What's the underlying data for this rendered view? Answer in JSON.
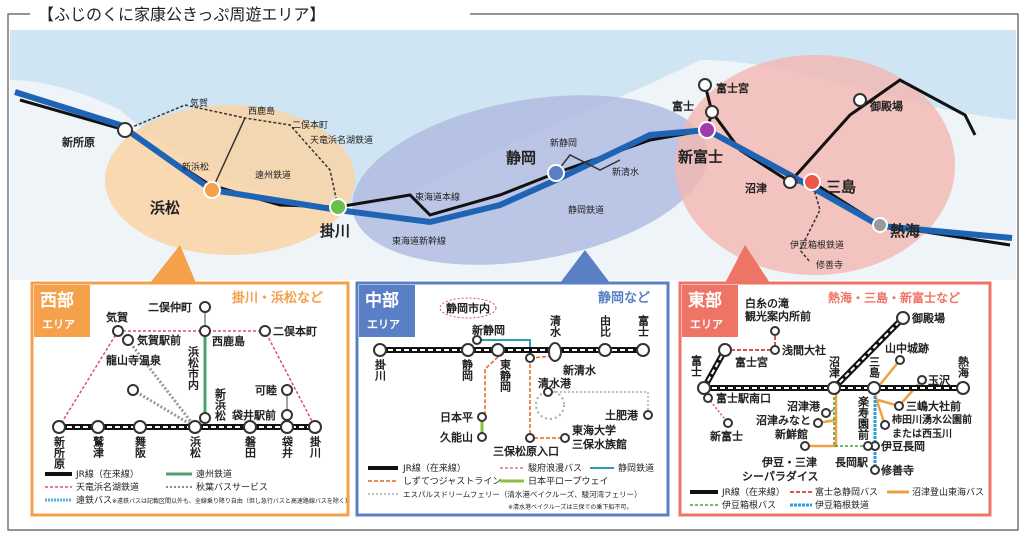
{
  "title": "【ふじのくに家康公きっぷ周遊エリア】",
  "overview": {
    "shinjohara": "新所原",
    "hamamatsu": "浜松",
    "kakegawa": "掛川",
    "shizuoka": "静岡",
    "shinfuji": "新富士",
    "fuji": "富士",
    "fujinomiya": "富士宮",
    "gotemba": "御殿場",
    "mishima": "三島",
    "numazu": "沼津",
    "atami": "熱海",
    "izuhakone": "伊豆箱根鉄道",
    "shuzenji": "修善寺",
    "kiga": "気賀",
    "nishikajima": "西鹿島",
    "futamatahonmachi": "二俣本町",
    "tenhama": "天竜浜名湖鉄道",
    "shinhamamatsu": "新浜松",
    "enshu": "遠州鉄道",
    "tokaido_main": "東海道本線",
    "tokaido_shinkansen": "東海道新幹線",
    "shinshizuoka": "新静岡",
    "shinshimizu": "新清水",
    "shizutetsu": "静岡鉄道"
  },
  "west": {
    "tag1": "西部",
    "tag2": "エリア",
    "subtitle": "掛川・浜松など",
    "stations": {
      "futamatanakamachi": "二俣仲町",
      "nishikajima": "西鹿島",
      "kiga": "気賀",
      "kigaekimae": "気賀駅前",
      "futamatahonmachi": "二俣本町",
      "ryuganji": "龍山寺温泉",
      "kamutsumi": "可睦",
      "fukuroiekimae": "袋井駅前",
      "shinhamamatsu": "新浜松",
      "hamamatsushinai": "浜松市内",
      "shinjohara": "新所原",
      "washizu": "鷲津",
      "maisaka": "舞阪",
      "hamamatsu": "浜松",
      "iwata": "磐田",
      "fukuroi": "袋井",
      "kakegawa": "掛川"
    },
    "legend": {
      "jr": "JR線（在来線）",
      "enshu": "遠州鉄道",
      "tenhama": "天竜浜名湖鉄道",
      "akiha": "秋葉バスサービス",
      "entetsu": "遠鉄バス",
      "note": "※遠鉄バスは記載区間以外も、全線乗り降り自由（但し急行バスと高速路線バスを除く）"
    }
  },
  "central": {
    "tag1": "中部",
    "tag2": "エリア",
    "subtitle": "静岡など",
    "stations": {
      "shinai": "静岡市内",
      "shinshizuoka": "新静岡",
      "kakegawa": "掛川",
      "shizuoka": "静岡",
      "higashishizuoka": "東静岡",
      "shimizu": "清水",
      "yui": "由比",
      "fuji": "富士",
      "shinshimizu": "新清水",
      "shimizuko": "清水港",
      "toiko": "土肥港",
      "nihondaira": "日本平",
      "kunozan": "久能山",
      "miho": "三保松原入口",
      "tokai1": "東海大学",
      "tokai2": "三保水族館"
    },
    "legend": {
      "jr": "JR線（在来線）",
      "sunpu": "駿府浪漫バス",
      "shizutetsu": "静岡鉄道",
      "justline": "しずてつジャストライン",
      "ropeway": "日本平ロープウェイ",
      "ferry": "エスパルスドリームフェリー（清水港ベイクルーズ、駿河湾フェリー）",
      "note": "※清水港ベイクルーズは三保での乗下船不可。"
    }
  },
  "east": {
    "tag1": "東部",
    "tag2": "エリア",
    "subtitle": "熱海・三島・新富士など",
    "stations": {
      "shiraito1": "白糸の滝",
      "shiraito2": "観光案内所前",
      "sengen": "浅間大社",
      "fujinomiya": "富士宮",
      "fuji": "富士",
      "fujinanguchi": "富士駅南口",
      "shinfuji": "新富士",
      "gotemba": "御殿場",
      "yamanaka": "山中城跡",
      "numazu": "沼津",
      "mishima": "三島",
      "atami": "熱海",
      "tamazawa": "玉沢",
      "numazuko": "沼津港",
      "minato1": "沼津みなと",
      "minato2": "新鮮館",
      "rakujuen": "楽寿園前",
      "taisha": "三嶋大社前",
      "kakita1": "柿田川湧水公園前",
      "kakita2": "または西玉川",
      "izunagaoka": "伊豆長岡",
      "nagaokaeki": "長岡駅",
      "sea1": "伊豆・三津",
      "sea2": "シーパラダイス",
      "shuzenji": "修善寺"
    },
    "legend": {
      "jr": "JR線（在来線）",
      "fujikyu": "富士急静岡バス",
      "tozan": "沼津登山東海バス",
      "izubus": "伊豆箱根バス",
      "izurail": "伊豆箱根鉄道"
    }
  },
  "colors": {
    "west": "#f5a04a",
    "central": "#5b7fc4",
    "east": "#ee7565",
    "shinkansen": "#1f64b4",
    "jr": "#111111"
  }
}
